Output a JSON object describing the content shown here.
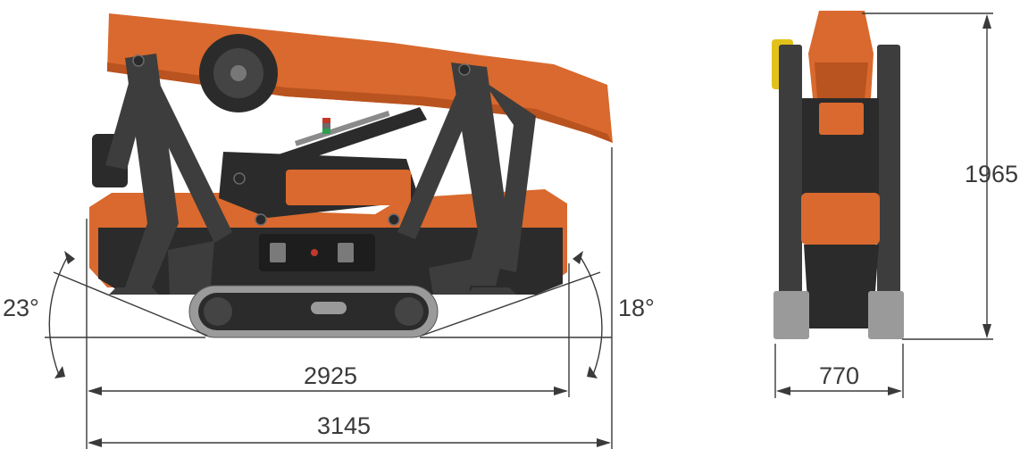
{
  "colors": {
    "orange": "#D9692E",
    "orange_shade": "#B9531F",
    "dark": "#2B2B2B",
    "steel": "#3D3D3D",
    "track": "#9A9A9A",
    "yellow": "#E2C21A",
    "line": "#3A3A3A"
  },
  "side_view": {
    "tilt_left": "23°",
    "tilt_right": "18°",
    "outrigger_span": "2925",
    "overall_length": "3145"
  },
  "front_view": {
    "height": "1965",
    "width": "770"
  }
}
